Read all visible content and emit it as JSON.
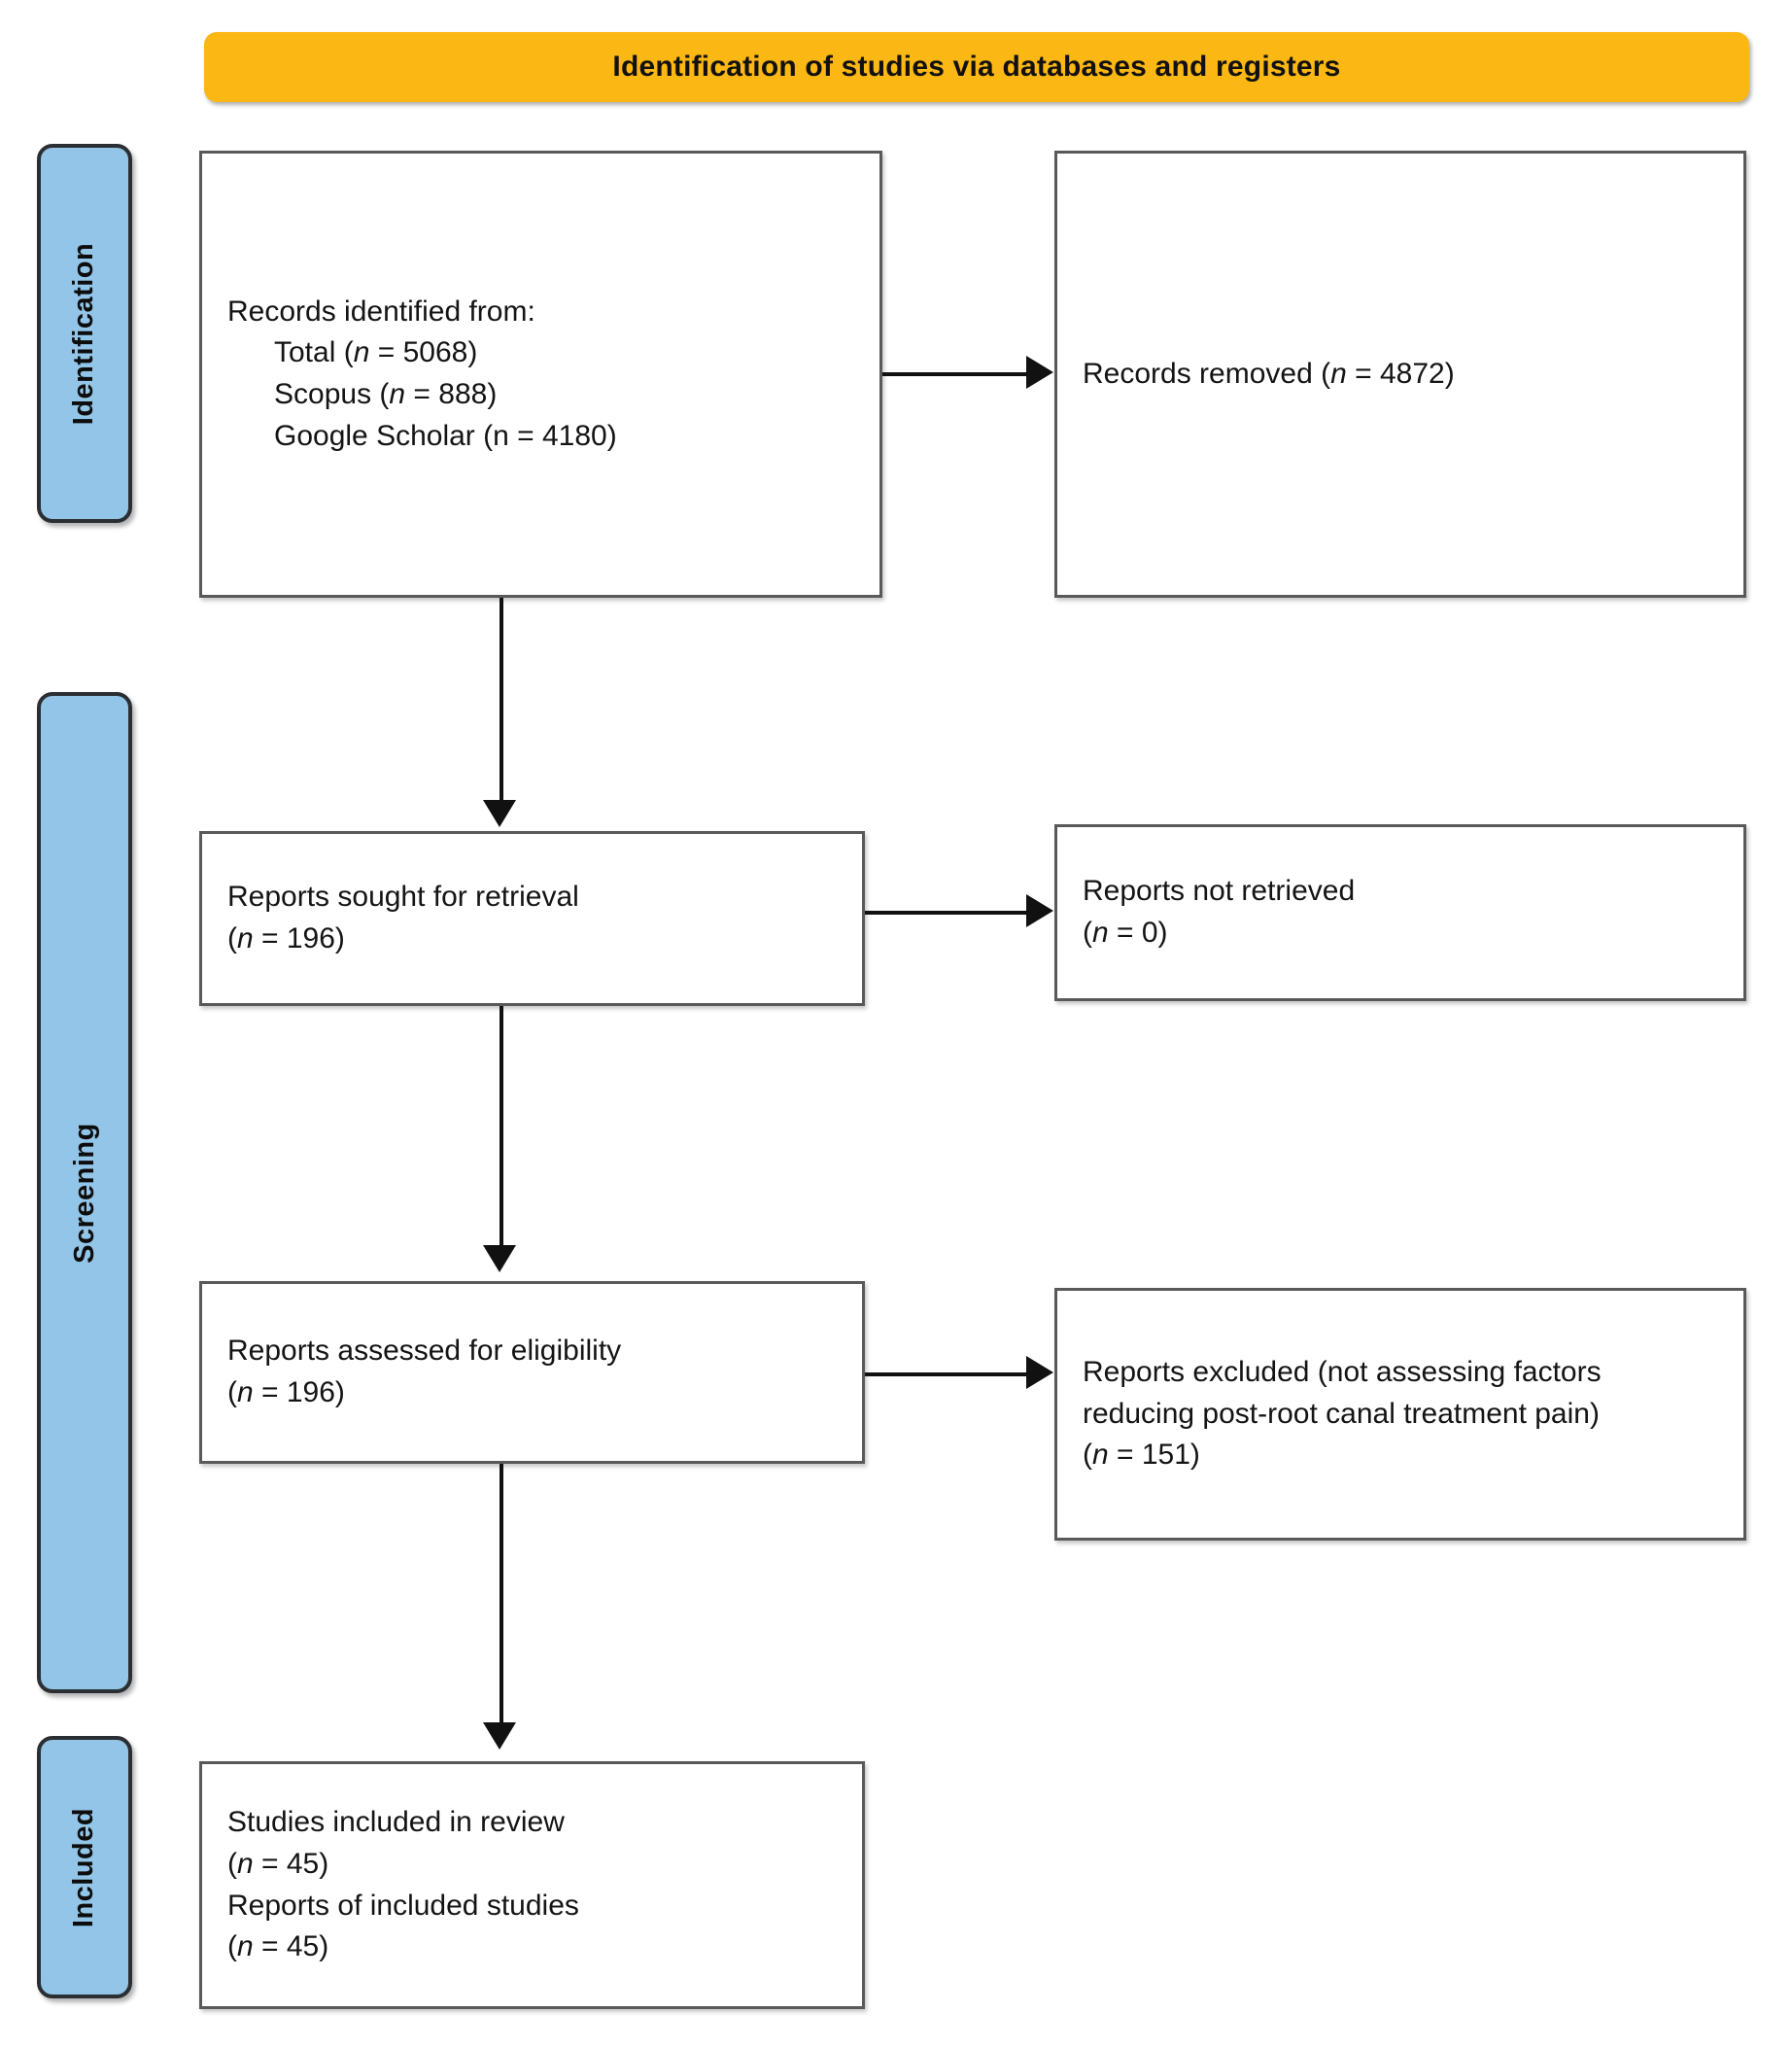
{
  "header": {
    "title": "Identification of studies via databases and registers",
    "background_color": "#FBB714"
  },
  "stages": {
    "identification": "Identification",
    "screening": "Screening",
    "included": "Included",
    "background_color": "#92C5E8",
    "border_color": "#2b2f33"
  },
  "boxes": {
    "identified": {
      "heading": "Records identified from:",
      "line_total_label": "Total (",
      "line_total_n": "n",
      "line_total_value": " = 5068)",
      "line_scopus_label": "Scopus (",
      "line_scopus_n": "n",
      "line_scopus_value": " = 888)",
      "line_gscholar": "Google Scholar (n = 4180)"
    },
    "removed": {
      "label_pre": "Records removed (",
      "label_n": "n",
      "label_post": " = 4872)"
    },
    "sought": {
      "heading": "Reports sought for retrieval",
      "count_pre": "(",
      "count_n": "n",
      "count_post": " = 196)"
    },
    "not_retrieved": {
      "heading": "Reports not retrieved",
      "count_pre": "(",
      "count_n": "n",
      "count_post": " = 0)"
    },
    "assessed": {
      "heading": "Reports assessed for eligibility",
      "count_pre": "(",
      "count_n": "n",
      "count_post": " = 196)"
    },
    "excluded": {
      "heading": "Reports excluded (not assessing factors reducing post-root canal treatment pain)",
      "count_pre": "(",
      "count_n": "n",
      "count_post": " = 151)"
    },
    "included": {
      "heading_studies": "Studies included in review",
      "studies_pre": "(",
      "studies_n": "n",
      "studies_post": " = 45)",
      "heading_reports": "Reports of included studies",
      "reports_pre": "(",
      "reports_n": "n",
      "reports_post": " = 45)"
    }
  },
  "colors": {
    "box_border": "#59595b",
    "text": "#141414",
    "connector": "#111111"
  }
}
